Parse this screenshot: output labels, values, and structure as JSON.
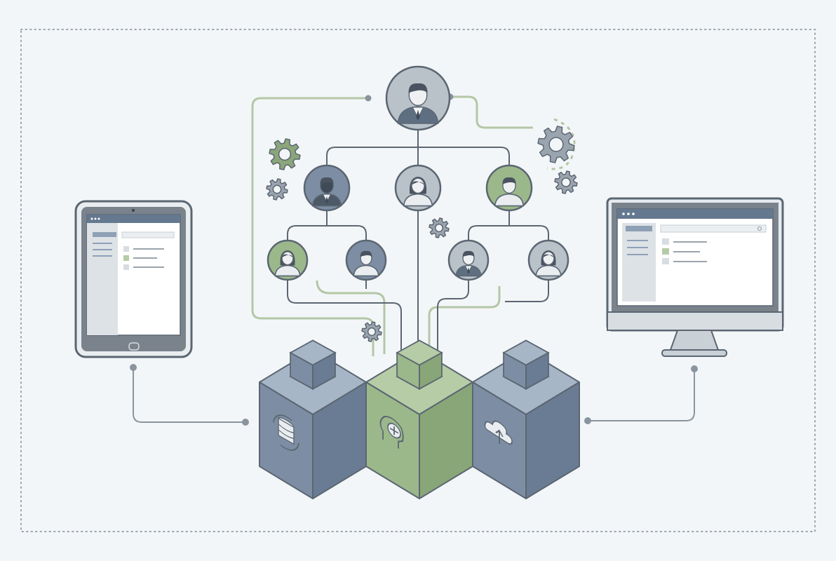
{
  "colors": {
    "background": "#f3f6f8",
    "line": "#5b6672",
    "connector_light": "#b4c7a6",
    "slate_blue": "#6f85a0",
    "slate_blue_light": "#8ea0b6",
    "sage_green": "#9bb88a",
    "sage_green_light": "#b6cca6",
    "gear_green": "#8aa67a",
    "gear_gray": "#7c8793",
    "screen_white": "#ffffff",
    "screen_header": "#64788f",
    "panel_gray": "#dde2e6",
    "device_frame": "#6f7882"
  },
  "org_chart": {
    "top": {
      "avatar": "man-in-suit-icon"
    },
    "middle": [
      {
        "avatar": "man-dark-suit-icon",
        "tint": "slate"
      },
      {
        "avatar": "woman-icon",
        "tint": "gray"
      },
      {
        "avatar": "man-shirt-icon",
        "tint": "green"
      }
    ],
    "bottom": [
      {
        "avatar": "woman-icon",
        "tint": "green"
      },
      {
        "avatar": "man-icon",
        "tint": "slate"
      },
      {
        "avatar": "man-in-suit-icon",
        "tint": "gray"
      },
      {
        "avatar": "woman-icon",
        "tint": "gray"
      }
    ]
  },
  "modules": [
    {
      "icon": "database-sync-icon",
      "tint": "slate"
    },
    {
      "icon": "head-plus-icon",
      "tint": "green"
    },
    {
      "icon": "cloud-upload-icon",
      "tint": "slate"
    }
  ],
  "devices": {
    "tablet": {
      "icon": "tablet-icon"
    },
    "monitor": {
      "icon": "desktop-monitor-icon"
    }
  },
  "gears": [
    {
      "icon": "gear-icon",
      "tint": "green"
    },
    {
      "icon": "gear-icon",
      "tint": "gray"
    },
    {
      "icon": "gear-icon",
      "tint": "gray"
    },
    {
      "icon": "gear-icon",
      "tint": "gray"
    },
    {
      "icon": "gear-icon",
      "tint": "gray"
    },
    {
      "icon": "gear-icon",
      "tint": "gray"
    }
  ]
}
